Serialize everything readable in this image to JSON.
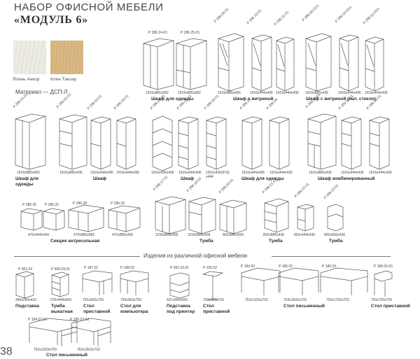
{
  "title": {
    "line1": "НАБОР ОФИСНОЙ МЕБЕЛИ",
    "line2": "«МОДУЛЬ 6»"
  },
  "swatches": [
    {
      "label": "Ясень Анкор",
      "color": "#ecebe4"
    },
    {
      "label": "Клен Танзау",
      "color": "#d9b883"
    }
  ],
  "material": "Материал — ДСП-Л",
  "section_other": "Изделия из различной офисной мебели",
  "page_number": "38",
  "codes": {
    "c1": "Р 286.24-01",
    "c2": "Р 286.25-01",
    "c3": "Р 286.09-01",
    "c4": "Р 286.10-01",
    "c5": "Р 286.11-01",
    "c6": "Р 286.09-01/1",
    "c7": "Р 286.10-01/1",
    "c8": "Р 286.11-01/1",
    "c9": "Р 286.01-01",
    "c10": "Р 286.02-01",
    "c11": "Р 286.03-01",
    "c12": "Р 286.04-01",
    "c13": "Р 286.08-01",
    "c14": "Р 286.05-01",
    "c15": "Р 286.06-01",
    "c16": "Р 286.23",
    "c17": "Р 286.34",
    "c18": "Р 286.12-01",
    "c19": "Р 286.13-01",
    "c20": "Р 286.14-01",
    "c21": "Р 286.30",
    "c22": "Р 286.31",
    "c23": "Р 286.28",
    "c24": "Р 286.29",
    "c25": "Р 286.17-01",
    "c26": "Р 286.18-01",
    "c27": "Р 286.20-01",
    "c28": "Р 286.21-01",
    "c29": "Р 286.22-01",
    "c30": "Р 286.23-01",
    "c31": "Р 301.04",
    "c32": "Р 669.09.01",
    "c33": "Р 187.02",
    "c34": "Р 188.02",
    "c35": "Р 301.03.01",
    "c36": "Р 190.02",
    "c37": "Р 184.02",
    "c38": "Р 185.02",
    "c39": "Р 186.02",
    "c40": "Р 189.02-01",
    "c41": "Р 184.02-01",
    "c42": "Р 185.02-02"
  },
  "dims": {
    "d1": "1916x885x582",
    "d2": "1916x885x582",
    "d3": "1916x885x436",
    "d4": "1916x444x436",
    "d5": "1916x444x436",
    "d6": "1916x885x436",
    "d7": "1916x444x436",
    "d8": "1916x444x436",
    "d9": "1916x885x582",
    "d10": "1916x885x436",
    "d11": "1916x444x436",
    "d12": "1916x444x436",
    "d13": "1916x436x436",
    "d14": "1916x444x436",
    "d15": "1916x436(579)\nx444",
    "d16": "1916x444x436",
    "d17": "1916x444x436",
    "d18": "1916x885x436",
    "d19": "1916x444x436",
    "d20": "1916x444x436",
    "d21": "470x444x436",
    "d22": "470x885x582",
    "d23": "470x885x436",
    "d24": "1156x885x436",
    "d25": "1156x885x436",
    "d26": "802x885x436",
    "d27": "802x885x436",
    "d28": "802x444x436",
    "d29": "802x436x436",
    "d30": "346x250x410",
    "d31": "575x448x500",
    "d32": "753x903x703",
    "d33": "753x903x703",
    "d34": "637x500x500",
    "d35": "753x903x703",
    "d36": "753x1203x703",
    "d37": "753x1503x703",
    "d38": "753x1703x703",
    "d39": "753x703x703",
    "d40": "753x1203x703",
    "d41": "753x1503x703"
  },
  "labels": {
    "l1": "Шкаф для одежды",
    "l2": "Шкаф с витриной",
    "l3": "Шкаф с витриной (мат. стекло)",
    "l4": "Шкаф для\nодежды",
    "l5": "Шкаф",
    "l6": "Шкаф",
    "l7": "Шкаф для одежды",
    "l8": "Шкаф комбинированный",
    "l9": "Секция антресольная",
    "l10": "Тумба",
    "l11": "Тумба",
    "l12": "Тумба",
    "l13": "Подставка",
    "l14": "Тумба\nвыкатная",
    "l15": "Стол\nприставной",
    "l16": "Стол для\nкомпьютера",
    "l17": "Подставка\nпод принтер",
    "l18": "Стол\nприставной",
    "l19": "Стол письменный",
    "l20": "Стол приставной",
    "l21": "Стол письменный"
  }
}
